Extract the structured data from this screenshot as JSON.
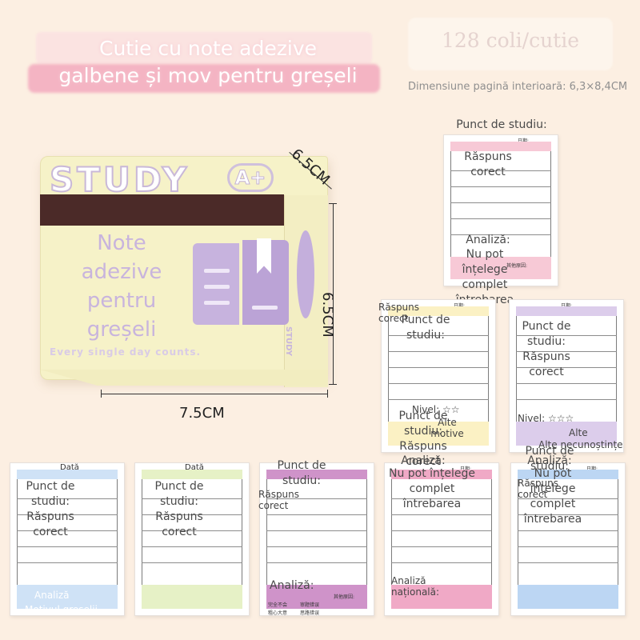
{
  "header": {
    "title": "Cutie cu note adezive galbene și mov pentru greșeli",
    "sheet_count": "128 coli/cutie",
    "dimension_text": "Dimensiune pagină interioară: 6,3×8,4CM"
  },
  "box": {
    "brand": "STUDY",
    "grade_badge": "A+",
    "label": "Note adezive pentru greșeli",
    "tagline": "Every single day counts.",
    "side_brand": "STUDY"
  },
  "dimensions": {
    "width": "7.5CM",
    "height": "6.5CM",
    "depth": "6.5CM"
  },
  "cards": [
    {
      "ovl1": "Punct de studiu:",
      "ovl2": "Răspuns corect",
      "ovl3": "Analiză:",
      "ovl4": "Nu pot înțelege complet întrebarea",
      "date": "日期:",
      "other": "其他原因:"
    },
    {
      "ovl1": "Răspuns corect",
      "ovl2": "Punct de studiu:",
      "ovl3": "Nivel: ☆☆",
      "ovl4": "Alte motive",
      "date": "日期:"
    },
    {
      "ovl1": "Punct de studiu:",
      "ovl2": "Răspuns corect",
      "ovl3": "Nivel: ☆☆☆",
      "ovl4": "Alte necunoștințe",
      "date": "日期:",
      "ovl5": "Alte"
    },
    {
      "date": "Dată",
      "ovl1": "Punct de studiu:",
      "ovl2": "Răspuns corect",
      "ovl3": "Analiză",
      "ovl4": "Motivul greșelii"
    },
    {
      "date": "Dată",
      "ovl1": "Punct de studiu:",
      "ovl2": "Răspuns corect"
    },
    {
      "ovl1": "Punct de studiu:",
      "ovl2": "Răspuns corect",
      "ovl3": "Analiză:",
      "opt1": "完全不会",
      "opt2": "审题错误",
      "opt3": "粗心大意",
      "opt4": "思路错误",
      "other": "其他原因:"
    },
    {
      "ovl1": "Punct de studiu:",
      "ovl2": "Răspuns corect",
      "ovl3": "Analiză:",
      "ovl4": "Nu pot înțelege complet întrebarea",
      "ovl5": "Analiză națională:",
      "date": "日期:"
    },
    {
      "ovl1": "Punct de studiu:",
      "ovl2": "Analiză:",
      "ovl3": "Nu pot înțelege complet întrebarea",
      "ovl4": "Răspuns corect",
      "date": "日期:"
    }
  ],
  "colors": {
    "background": "#fcefe2",
    "box_yellow": "#f6f2c8",
    "accent_purple": "#c7b3de",
    "pink": "#f7c9d6",
    "yellow": "#fbf1c4",
    "lilac": "#dccdeb",
    "blue": "#cfe2f6",
    "green": "#e6f1c6",
    "magenta": "#cf93c9",
    "rose": "#f0a9c6",
    "sky": "#bcd6f3"
  }
}
